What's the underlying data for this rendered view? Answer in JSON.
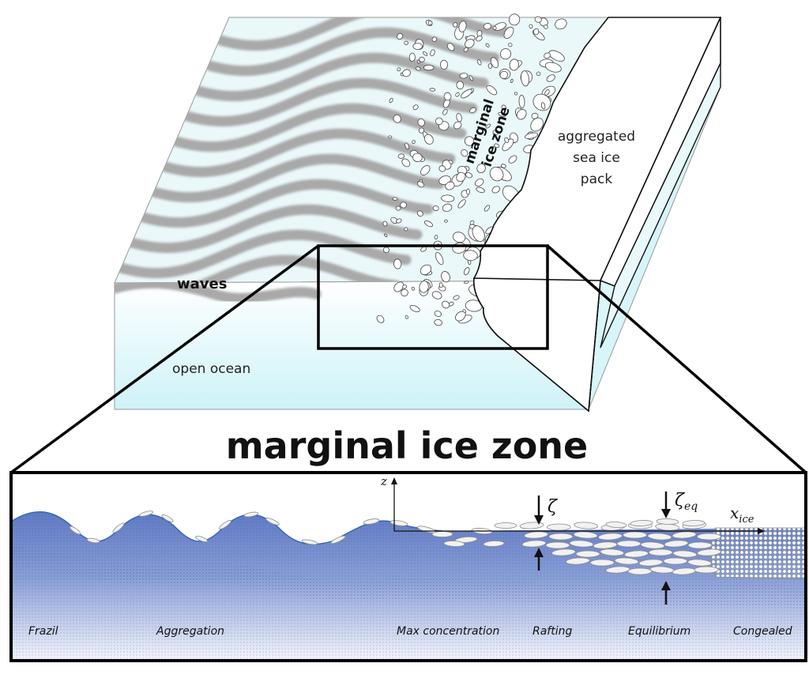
{
  "block": {
    "waves_label": "waves",
    "open_ocean_label": "open ocean",
    "miz_label_line1": "marginal",
    "miz_label_line2": "ice zone",
    "pack_label_line1": "aggregated",
    "pack_label_line2": "sea ice",
    "pack_label_line3": "pack"
  },
  "title": "marginal ice zone",
  "cross_section": {
    "axis_z": "z",
    "axis_x": "x",
    "axis_x_sub": "ice",
    "zeta": "ζ",
    "zeta_eq": "ζ",
    "zeta_eq_sub": "eq",
    "stages": [
      "Frazil",
      "Aggregation",
      "Max concentration",
      "Rafting",
      "Equilibrium",
      "Congealed"
    ]
  },
  "colors": {
    "ocean_top": "#e7f7fa",
    "ocean_side": "#d2f4f8",
    "wave_band": "#a9a9a9",
    "water_deep": "#6f86c8",
    "water_light": "#dfe5f4",
    "ice_floe": "#f2f2f2"
  }
}
